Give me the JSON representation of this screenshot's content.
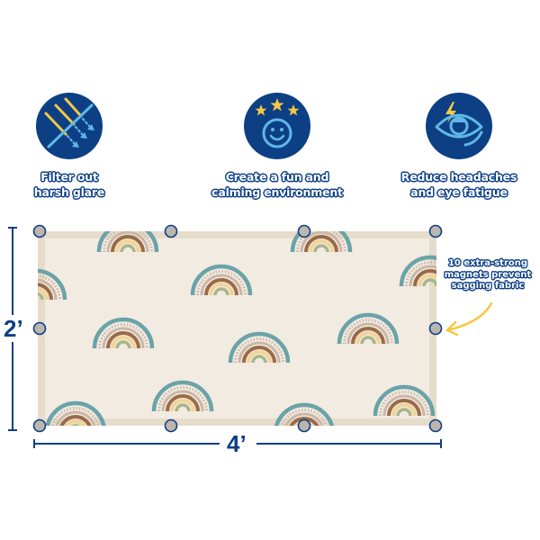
{
  "colors": {
    "navy": "#0d3f85",
    "light_blue": "#5fb8e6",
    "yellow": "#f5c842",
    "fabric": "#f1ebe1",
    "fabric_border": "#e6dccb",
    "magnet": "#bdb6ae",
    "rainbow_teal": "#6aa3a8",
    "rainbow_tan": "#cbb7a8",
    "rainbow_brown": "#9a6a48",
    "rainbow_yellow": "#f1d49a",
    "rainbow_green": "#a9b58a"
  },
  "features": [
    {
      "icon": "filtered-light-icon",
      "line1": "Filter out",
      "line2": "harsh glare"
    },
    {
      "icon": "smiley-stars-icon",
      "line1": "Create a fun and",
      "line2": "calming environment"
    },
    {
      "icon": "eye-lightning-icon",
      "line1": "Reduce headaches",
      "line2": "and eye fatigue"
    }
  ],
  "dimensions": {
    "height_label": "2’",
    "width_label": "4’"
  },
  "callout": {
    "line1": "10 extra-strong",
    "line2": "magnets prevent",
    "line3": "sagging fabric"
  },
  "magnet_count": 10
}
